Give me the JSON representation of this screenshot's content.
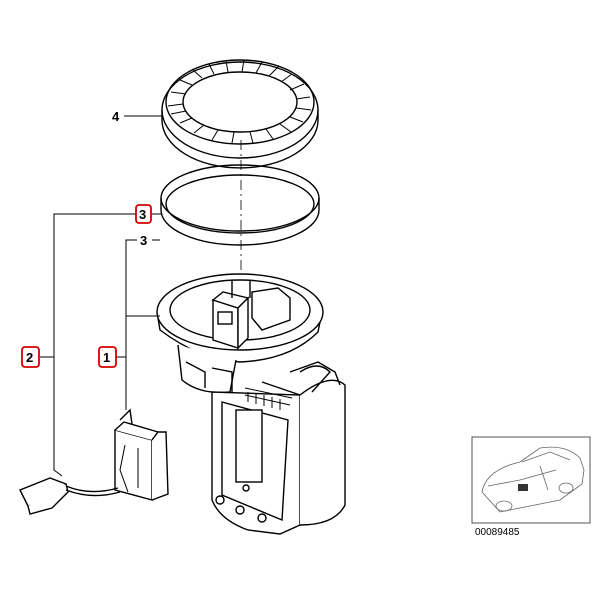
{
  "callouts": {
    "c1": "1",
    "c2": "2",
    "c3a": "3",
    "c3b": "3",
    "c4": "4"
  },
  "reference_code": "00089485",
  "colors": {
    "highlight": "#d40000",
    "line": "#000000"
  }
}
